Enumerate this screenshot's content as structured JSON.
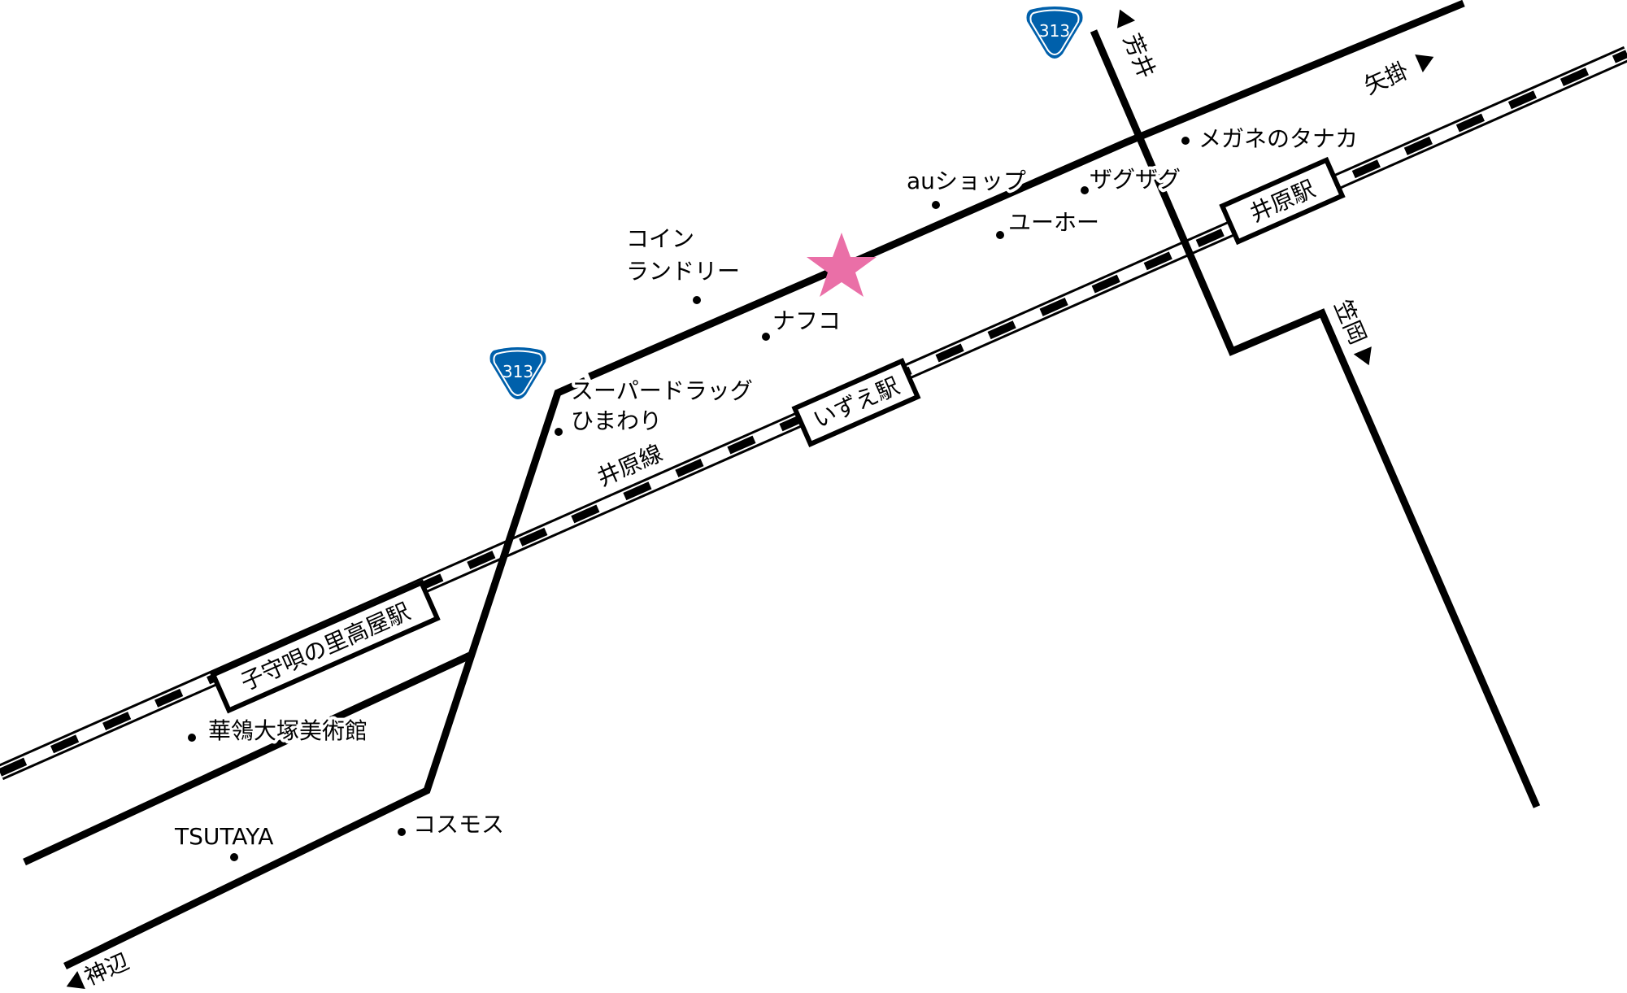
{
  "map": {
    "colors": {
      "road": "#000000",
      "background": "#ffffff",
      "highlight_star": "#ea6fa7",
      "route_shield": "#0060ab",
      "route_shield_border": "#ffffff"
    },
    "route_shields": [
      {
        "id": "shield-top",
        "number": "313"
      },
      {
        "id": "shield-left",
        "number": "313"
      }
    ],
    "railway": {
      "name": "井原線",
      "stations": [
        {
          "id": "komoriuta",
          "name": "子守唄の里高屋駅"
        },
        {
          "id": "izue",
          "name": "いずえ駅"
        },
        {
          "id": "ibara",
          "name": "井原駅"
        }
      ]
    },
    "directions": [
      {
        "id": "yoshii",
        "label": "芳井",
        "arrow": "up"
      },
      {
        "id": "yakake",
        "label": "矢掛",
        "arrow": "right"
      },
      {
        "id": "kasaoka",
        "label": "笠岡",
        "arrow": "down"
      },
      {
        "id": "kannabe",
        "label": "神辺",
        "arrow": "left"
      }
    ],
    "landmarks": [
      {
        "id": "megane-no-tanaka",
        "name": "メガネのタナカ"
      },
      {
        "id": "au-shop",
        "name": "auショップ"
      },
      {
        "id": "zaggu-zaggu",
        "name": "ザグザグ"
      },
      {
        "id": "yuho",
        "name": "ユーホー"
      },
      {
        "id": "coin-laundry",
        "name_line1": "コイン",
        "name_line2": "ランドリー"
      },
      {
        "id": "nafco",
        "name": "ナフコ"
      },
      {
        "id": "super-drug-himawari",
        "name_line1": "スーパードラッグ",
        "name_line2": "ひまわり"
      },
      {
        "id": "kacho-otsuka-museum",
        "name": "華鴒大塚美術館"
      },
      {
        "id": "tsutaya",
        "name": "TSUTAYA"
      },
      {
        "id": "cosmos",
        "name": "コスモス"
      }
    ],
    "destination_marker": "star"
  }
}
